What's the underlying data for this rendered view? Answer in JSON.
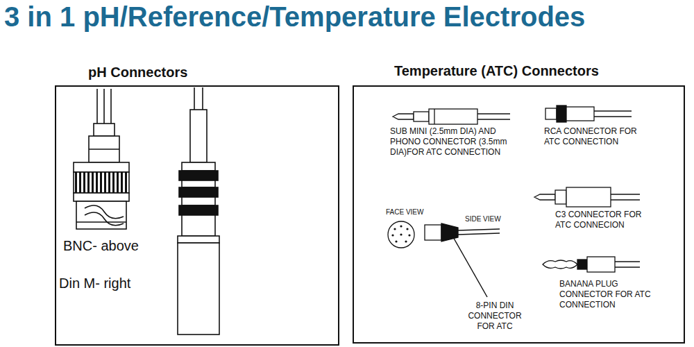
{
  "diagram": {
    "title": "3 in 1 pH/Reference/Temperature Electrodes",
    "nodes": [
      {
        "text": [
          "pH Connectors",
          "BNC- above",
          "Din M- right"
        ]
      },
      {
        "text": [
          "Temperature (ATC) Connectors",
          "SUB MINI (2.5mm DIA) AND PHONO CONNECTOR (3.5mm DIA)FOR ATC CONNECTION",
          "RCA CONNECTOR FOR ATC CONNECTION",
          "FACE VIEW",
          "SIDE VIEW",
          "C3 CONNECTOR FOR ATC CONNECION",
          "8-PIN DIN CONNECTOR FOR ATC",
          "BANANA PLUG CONNECTOR FOR ATC CONNECTION"
        ]
      }
    ]
  }
}
